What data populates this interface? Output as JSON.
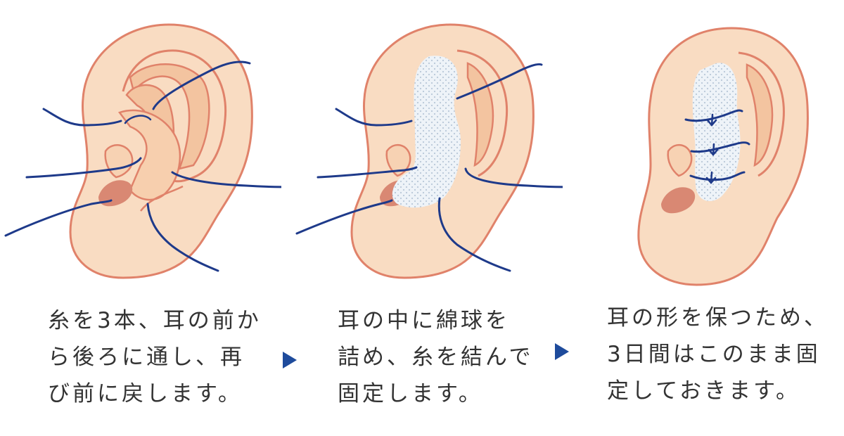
{
  "colors": {
    "skin": "#f9dcc2",
    "skin_inner": "#f3c4a0",
    "outline": "#e0826a",
    "canal": "#d98873",
    "thread": "#1e3a8a",
    "arrow": "#1e4b9c",
    "gauze": "#eaf0f7",
    "text": "#333333"
  },
  "steps": [
    {
      "lines": [
        "糸を3本、耳の前か",
        "ら後ろに通し、再",
        "び前に戻します。"
      ]
    },
    {
      "lines": [
        "耳の中に綿球を",
        "詰め、糸を結んで",
        "固定します。"
      ]
    },
    {
      "lines": [
        "耳の形を保つため、",
        "3日間はこのまま固",
        "定しておきます。"
      ]
    }
  ],
  "icons": [
    "step-arrow-icon",
    "step-arrow-icon"
  ]
}
